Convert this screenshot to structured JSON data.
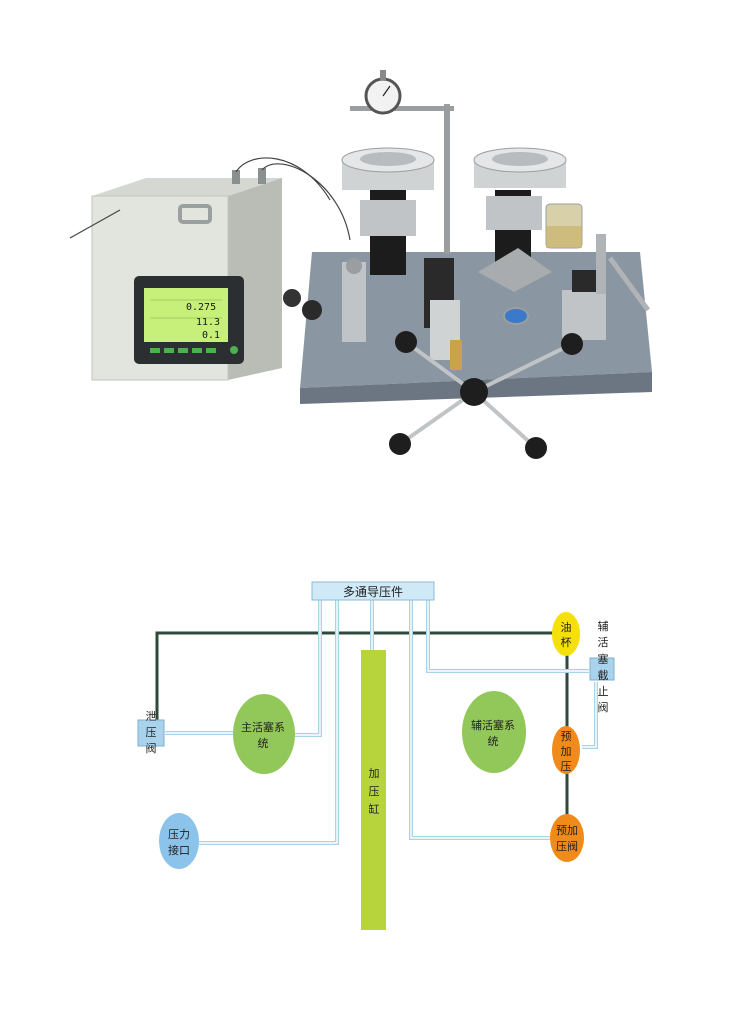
{
  "photo": {
    "screen_readings": [
      "0.275",
      "11.3",
      "0.1"
    ]
  },
  "diagram": {
    "manifold": "多通导压件",
    "oil_cup": [
      "油",
      "杯"
    ],
    "aux_stop_valve": [
      "辅",
      "活",
      "塞",
      "截",
      "止",
      "阀"
    ],
    "relief_valve": [
      "泄",
      "压",
      "阀"
    ],
    "main_piston": [
      "主活塞系",
      "统"
    ],
    "press_cylinder": [
      "加",
      "压",
      "缸"
    ],
    "aux_piston": [
      "辅活塞系",
      "统"
    ],
    "pre_press": [
      "预",
      "加",
      "压"
    ],
    "pressure_port": [
      "压力",
      "接口"
    ],
    "pre_press_valve": [
      "预加",
      "压阀"
    ]
  },
  "colors": {
    "pipe_dark": "#2e4a3a",
    "pipe_light": "#a8d4e6",
    "box_blue": "#a9d3ec",
    "green_ellipse": "#92c75a",
    "cylinder_green": "#b7d43c",
    "yellow": "#f5e00a",
    "orange": "#ef8a1b",
    "port_blue": "#8cc3ea"
  }
}
